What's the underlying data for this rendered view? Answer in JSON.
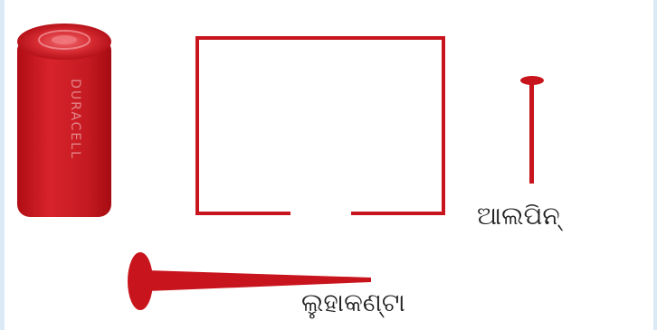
{
  "labels": {
    "alpin": "ଆଲପିନ୍",
    "nail": "ଲୁହାକଣ୍ଟା"
  },
  "battery": {
    "brand": "DURACELL"
  },
  "colors": {
    "object_red": "#c8141c",
    "background": "#ffffff",
    "side_border": "#dbe9f6"
  }
}
